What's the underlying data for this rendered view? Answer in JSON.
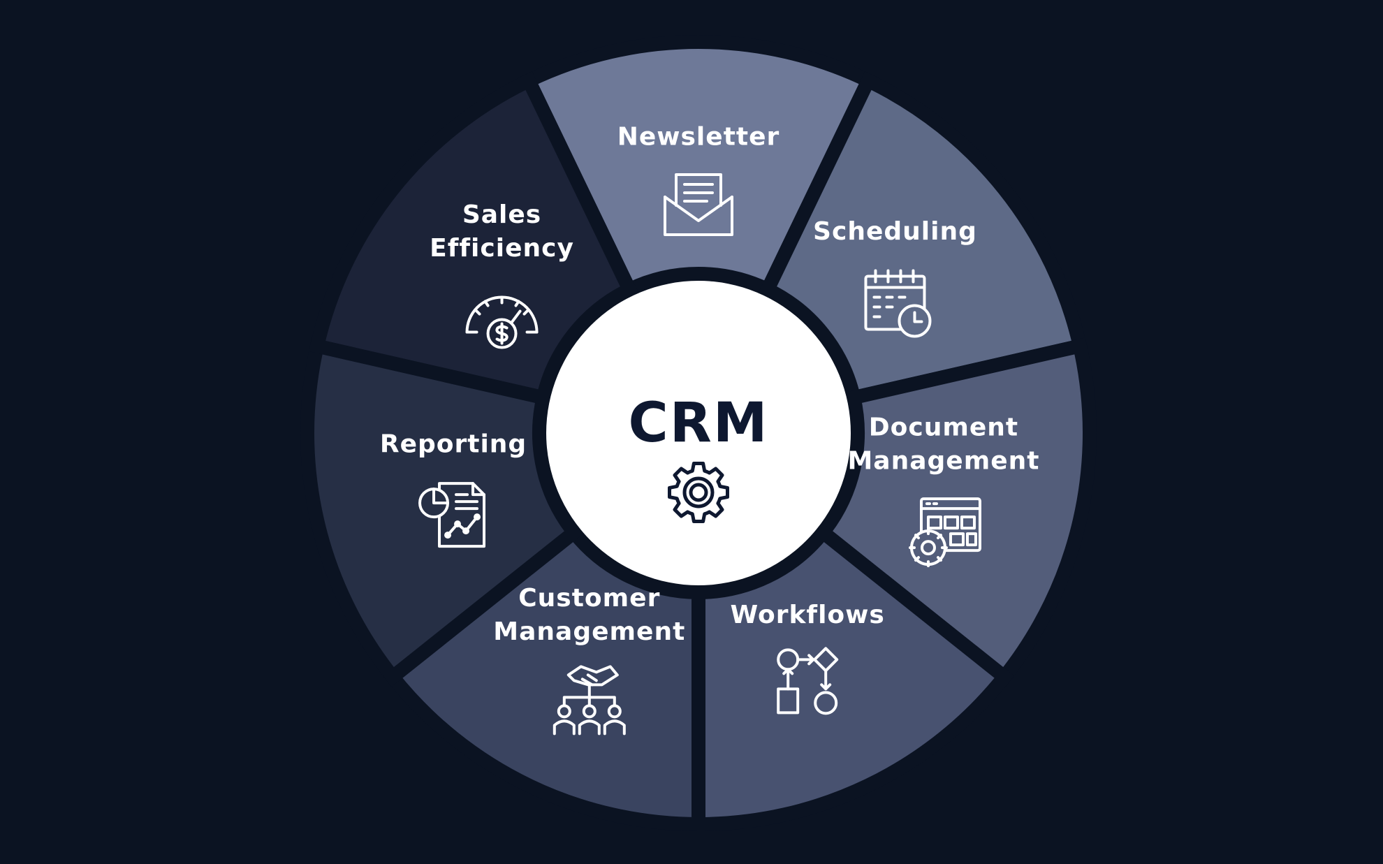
{
  "center": {
    "title": "CRM",
    "icon": "gear-icon"
  },
  "colors": {
    "background": "#0b1322",
    "hub": "#ffffff",
    "hub_text": "#0e1830",
    "ring_gap": "#0b1322"
  },
  "segments": [
    {
      "id": "newsletter",
      "lines": [
        "Newsletter"
      ],
      "icon": "envelope-icon",
      "color": "#6e7998"
    },
    {
      "id": "scheduling",
      "lines": [
        "Scheduling"
      ],
      "icon": "calendar-clock-icon",
      "color": "#5e6a87"
    },
    {
      "id": "document-management",
      "lines": [
        "Document",
        "Management"
      ],
      "icon": "document-settings-icon",
      "color": "#535d7a"
    },
    {
      "id": "workflows",
      "lines": [
        "Workflows"
      ],
      "icon": "workflow-icon",
      "color": "#485270"
    },
    {
      "id": "customer-management",
      "lines": [
        "Customer",
        "Management"
      ],
      "icon": "handshake-team-icon",
      "color": "#3a4460"
    },
    {
      "id": "reporting",
      "lines": [
        "Reporting"
      ],
      "icon": "report-chart-icon",
      "color": "#262f45"
    },
    {
      "id": "sales-efficiency",
      "lines": [
        "Sales",
        "Efficiency"
      ],
      "icon": "speedometer-dollar-icon",
      "color": "#1c2338"
    }
  ]
}
